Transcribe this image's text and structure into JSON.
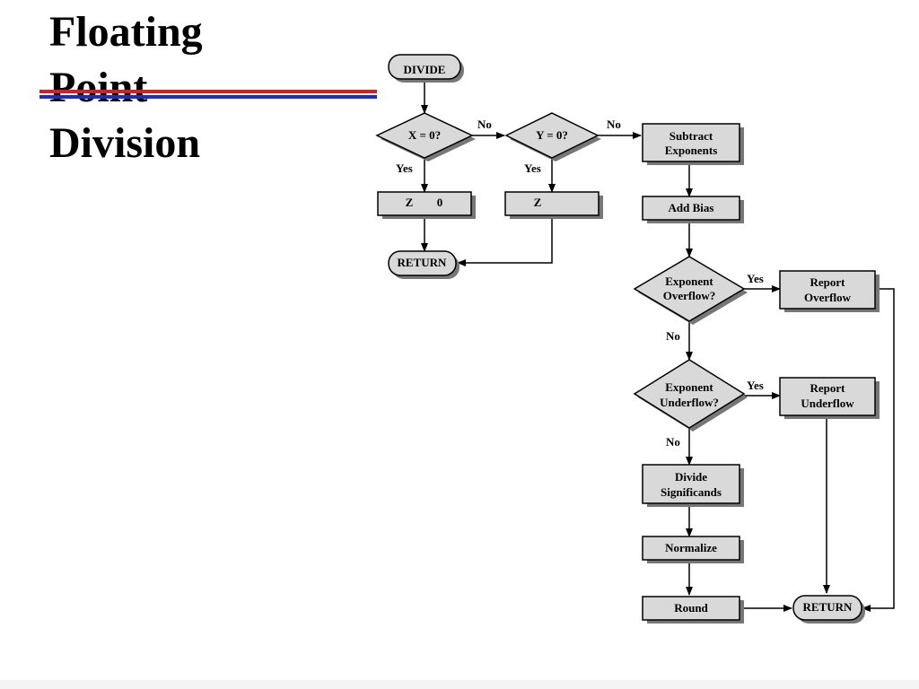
{
  "slide": {
    "title_lines": [
      "Floating",
      "Point",
      "Division"
    ],
    "rule_colors": {
      "top": "#d21f2a",
      "bottom": "#1f2fb4"
    }
  },
  "diagram": {
    "colors": {
      "box_fill": "#d9d9d9",
      "shadow": "#777777",
      "stroke": "#000000"
    },
    "start": "DIVIDE",
    "x_check": "X = 0?",
    "y_check": "Y = 0?",
    "x_zero_result": {
      "left": "Z",
      "right": "0"
    },
    "y_zero_result": "Z",
    "return_left": "RETURN",
    "subtract_exponents": [
      "Subtract",
      "Exponents"
    ],
    "add_bias": "Add Bias",
    "exp_overflow": [
      "Exponent",
      "Overflow?"
    ],
    "report_overflow": [
      "Report",
      "Overflow"
    ],
    "exp_underflow": [
      "Exponent",
      "Underflow?"
    ],
    "report_underflow": [
      "Report",
      "Underflow"
    ],
    "divide_significands": [
      "Divide",
      "Significands"
    ],
    "normalize": "Normalize",
    "round": "Round",
    "return_right": "RETURN",
    "edge_labels": {
      "x_no": "No",
      "y_no": "No",
      "x_yes": "Yes",
      "y_yes": "Yes",
      "overflow_yes": "Yes",
      "overflow_no": "No",
      "underflow_yes": "Yes",
      "underflow_no": "No"
    }
  }
}
